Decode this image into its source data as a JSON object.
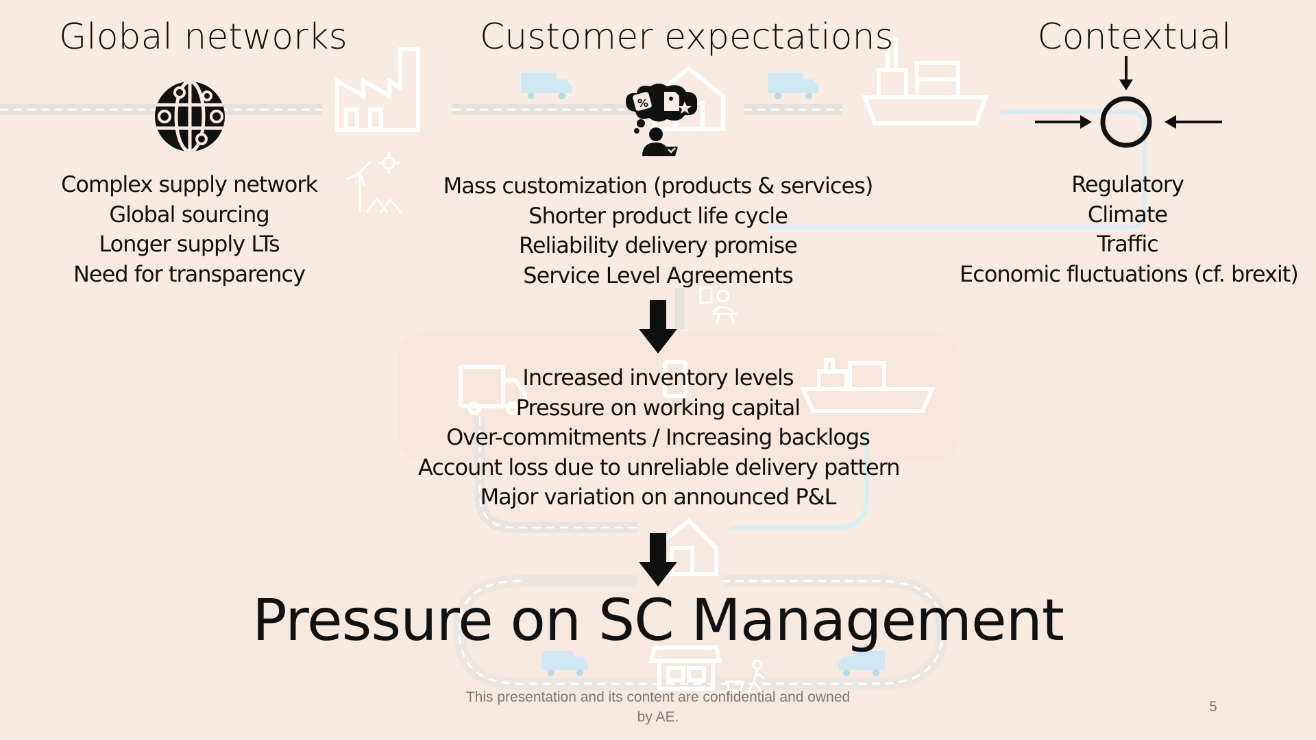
{
  "columns": [
    {
      "title": "Global networks",
      "icon": "globe-network-icon",
      "items": [
        "Complex supply network",
        "Global sourcing",
        "Longer supply LTs",
        "Need for transparency"
      ]
    },
    {
      "title": "Customer expectations",
      "icon": "customer-thinking-icon",
      "items": [
        "Mass customization (products & services)",
        "Shorter product life cycle",
        "Reliability delivery promise",
        "Service Level Agreements"
      ]
    },
    {
      "title": "Contextual",
      "icon": "target-arrows-icon",
      "items": [
        "Regulatory",
        "Climate",
        "Traffic",
        "Economic fluctuations (cf. brexit)"
      ]
    }
  ],
  "consequences": [
    "Increased inventory levels",
    "Pressure on working capital",
    "Over-commitments / Increasing backlogs",
    "Account loss due to unreliable delivery pattern",
    "Major variation on announced P&L"
  ],
  "conclusion": "Pressure on SC Management",
  "footer": {
    "line1": "This presentation and its content are confidential and owned",
    "line2": "by AE.",
    "page_number": "5"
  },
  "colors": {
    "background": "#f8ebe3",
    "text": "#111111",
    "road": "#e6e0dc",
    "route": "#d7ecf5",
    "truck": "#cfe7f3",
    "watermark": "#ffffff",
    "footer_text": "#7a7a7a"
  }
}
